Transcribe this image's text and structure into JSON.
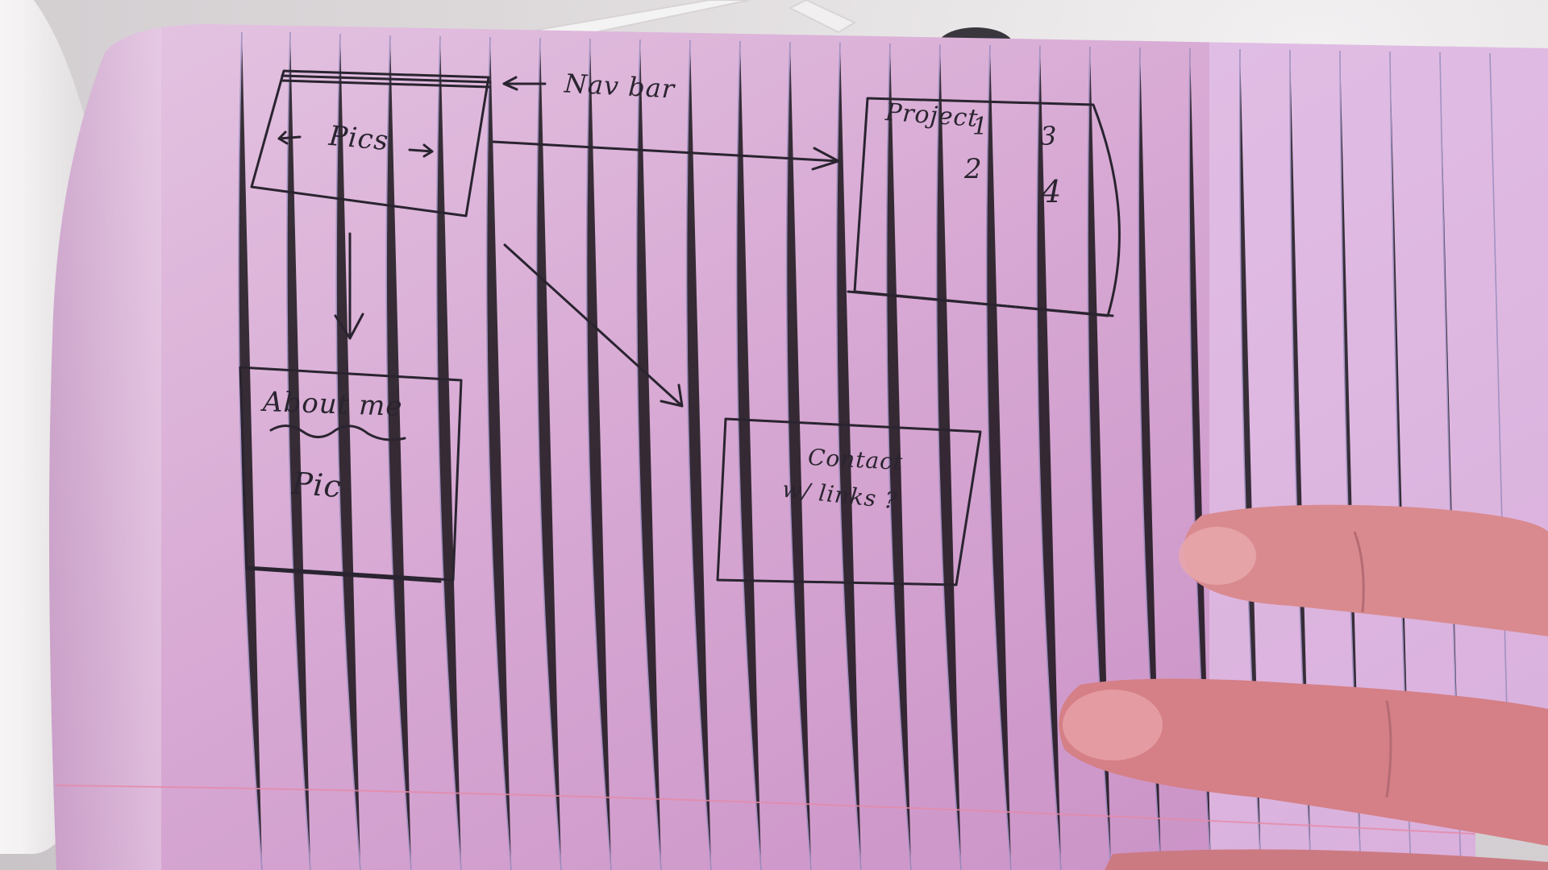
{
  "sketch": {
    "nav_label": "Nav bar",
    "pics_label": "Pics",
    "project_label": "Project",
    "project_numbers": [
      "1",
      "2",
      "3",
      "4"
    ],
    "about_title": "About me",
    "about_pic": "Pic",
    "contact_line1": "Contact",
    "contact_line2": "w/ links ?"
  },
  "colors": {
    "paper": "#ddb6d9",
    "ink": "#2a2430",
    "rule_lines": "#8d86b8",
    "margin_line": "#e58aa8",
    "skin": "#d98a8f"
  },
  "icons": {
    "left_arrow": "left-arrow-icon",
    "right_arrow": "right-arrow-icon"
  }
}
